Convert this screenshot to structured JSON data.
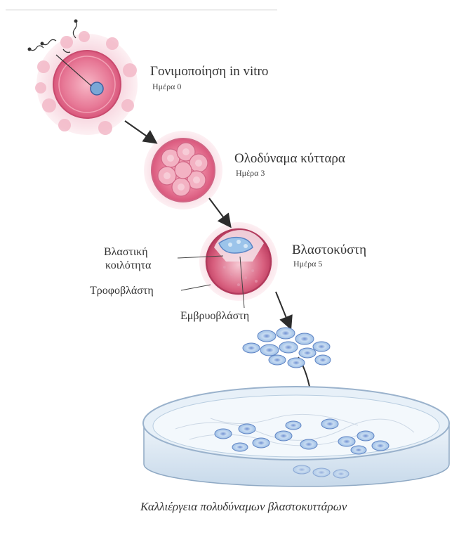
{
  "stages": [
    {
      "title": "Γονιμοποίηση in vitro",
      "day": "Ημέρα 0"
    },
    {
      "title": "Ολοδύναμα κύτταρα",
      "day": "Ημέρα 3"
    },
    {
      "title": "Βλαστοκύστη",
      "day": "Ημέρα 5"
    }
  ],
  "parts": {
    "cavity_line1": "Βλαστική",
    "cavity_line2": "κοιλότητα",
    "trophoblast": "Τροφοβλάστη",
    "embryoblast": "Εμβρυοβλάστη"
  },
  "caption": "Καλλιέργεια πολυδύναμων βλαστοκυττάρων",
  "colors": {
    "egg_pink": "#e8789a",
    "egg_halo": "#f6d2dc",
    "cell_blue": "#a9c8ea",
    "cell_blue_dark": "#5f84c4",
    "dish_blue": "#dbe8f3",
    "arrow": "#2c2c2c"
  }
}
